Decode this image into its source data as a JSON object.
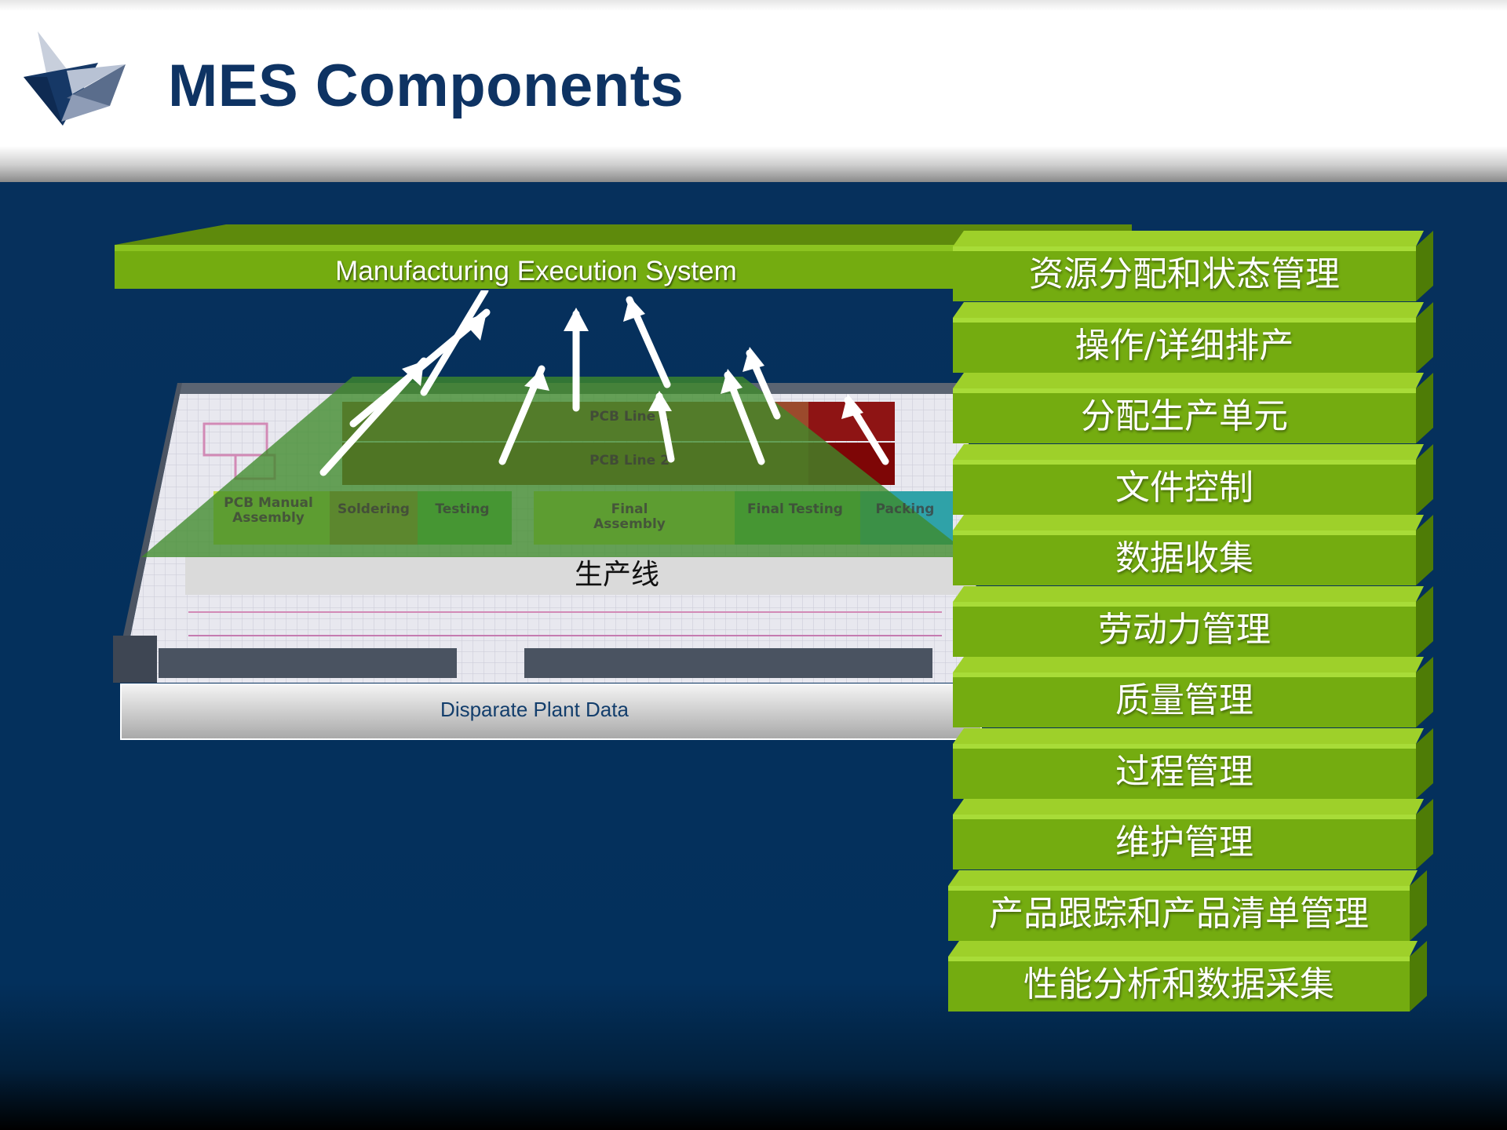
{
  "slide": {
    "title": "MES Components"
  },
  "diagram": {
    "mes_bar_label": "Manufacturing Execution System",
    "production_line_label": "生产线",
    "plant_data_label": "Disparate Plant Data",
    "stations": {
      "pcb_line_1": "PCB Line 1",
      "pcb_line_2": "PCB Line 2",
      "pcb_manual_assembly": "PCB Manual Assembly",
      "soldering": "Soldering",
      "testing": "Testing",
      "final_assembly": "Final Assembly",
      "final_testing": "Final Testing",
      "packing": "Packing"
    },
    "components": [
      "资源分配和状态管理",
      "操作/详细排产",
      "分配生产单元",
      "文件控制",
      "数据收集",
      "劳动力管理",
      "质量管理",
      "过程管理",
      "维护管理",
      "产品跟踪和产品清单管理",
      "性能分析和数据采集"
    ]
  },
  "colors": {
    "title": "#0e3363",
    "background": "#03305c",
    "block_green": "#74ac10",
    "block_light_green": "#9ed02a"
  }
}
